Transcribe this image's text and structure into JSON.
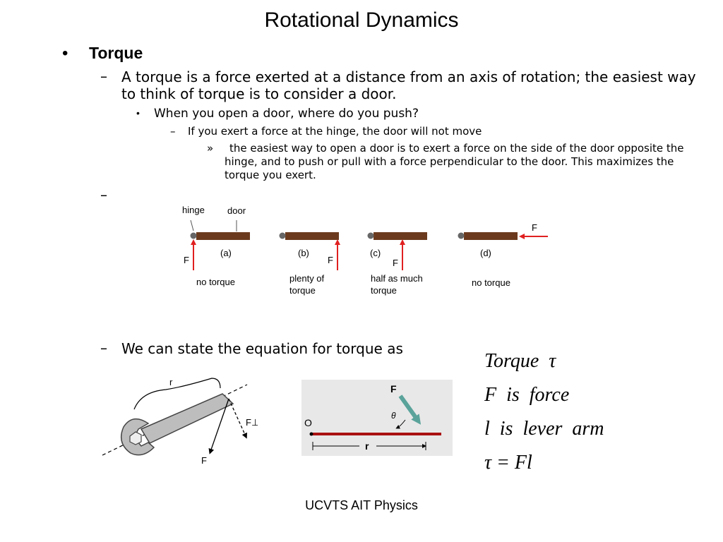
{
  "slide": {
    "title": "Rotational Dynamics",
    "footer": "UCVTS AIT Physics"
  },
  "bullets": {
    "level1": "Torque",
    "level2_intro": "A torque is a force exerted at a distance from an axis of rotation; the easiest way to think of torque is to consider a door.",
    "level3": "When you open a door, where do you push?",
    "level4": "If you exert a force at the hinge, the door will not move",
    "level5": "the easiest way to open a door is to exert a force on the side of the door opposite the hinge, and to push or pull with a force perpendicular to the door. This maximizes the torque you exert.",
    "level2_empty": "",
    "level2_equation": "We can state the equation for torque as",
    "marker_bullet": "•",
    "marker_dash": "–",
    "marker_small_bullet": "•",
    "marker_guillemet": "»"
  },
  "door_figure": {
    "hinge_label": "hinge",
    "door_label": "door",
    "force_label": "F",
    "panels": [
      {
        "tag": "(a)",
        "caption_line1": "no torque",
        "caption_line2": ""
      },
      {
        "tag": "(b)",
        "caption_line1": "plenty of",
        "caption_line2": "torque"
      },
      {
        "tag": "(c)",
        "caption_line1": "half as much",
        "caption_line2": "torque"
      },
      {
        "tag": "(d)",
        "caption_line1": "no torque",
        "caption_line2": ""
      }
    ],
    "colors": {
      "door": "#6b3a1e",
      "hinge": "#666666",
      "arrow": "#e02020"
    }
  },
  "wrench_figure": {
    "r_label": "r",
    "f_perp_label": "F⊥",
    "f_label": "F"
  },
  "lever_figure": {
    "f_label": "F",
    "theta_label": "θ",
    "o_label": "O",
    "r_label": "r",
    "colors": {
      "background": "#e8e8e8",
      "bar": "#aa1111",
      "arrow": "#5aa39b"
    }
  },
  "equations": {
    "torque": "Torque  τ",
    "force": "F  is  force",
    "lever": "l  is  lever  arm",
    "formula": "τ = Fl"
  }
}
